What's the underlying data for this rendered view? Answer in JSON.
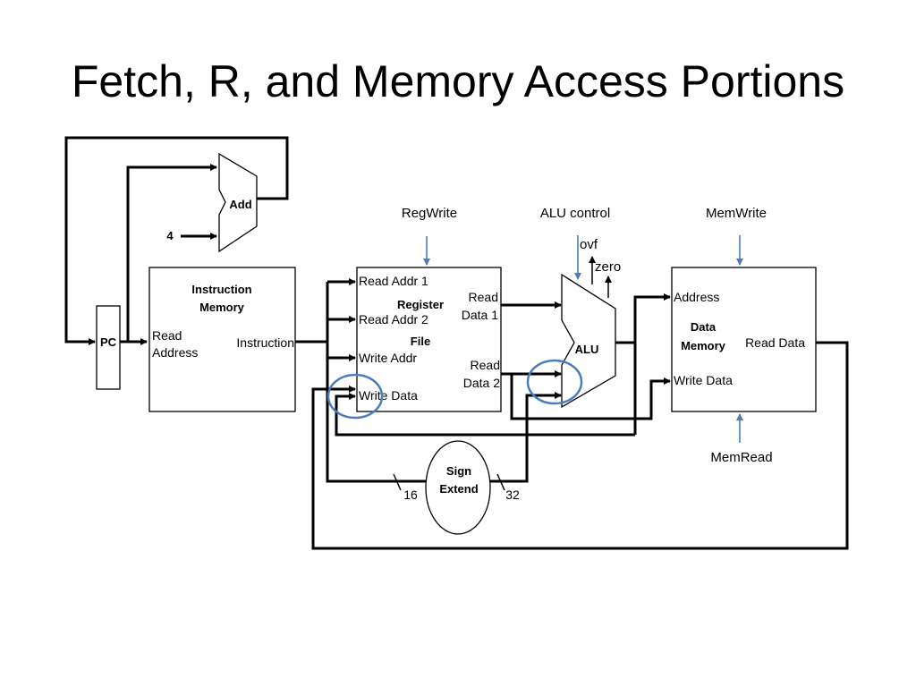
{
  "title": "Fetch, R, and Memory Access Portions",
  "components": {
    "add": "Add",
    "const4": "4",
    "pc": "PC",
    "imem_title1": "Instruction",
    "imem_title2": "Memory",
    "imem_read1": "Read",
    "imem_read2": "Address",
    "imem_out": "Instruction",
    "rf_in1": "Read Addr 1",
    "rf_in2": "Read Addr 2",
    "rf_in3": "Write Addr",
    "rf_in4": "Write Data",
    "rf_title1": "Register",
    "rf_title2": "File",
    "rf_out1a": "Read",
    "rf_out1b": "Data 1",
    "rf_out2a": "Read",
    "rf_out2b": "Data 2",
    "alu": "ALU",
    "se1": "Sign",
    "se2": "Extend",
    "dm_addr": "Address",
    "dm_wdata": "Write Data",
    "dm_title1": "Data",
    "dm_title2": "Memory",
    "dm_out": "Read Data"
  },
  "signals": {
    "regwrite": "RegWrite",
    "alucontrol": "ALU control",
    "memwrite": "MemWrite",
    "memread": "MemRead",
    "ovf": "ovf",
    "zero": "zero",
    "w16": "16",
    "w32": "32"
  },
  "colors": {
    "control": "#4a7ebb",
    "wire": "#000000"
  }
}
